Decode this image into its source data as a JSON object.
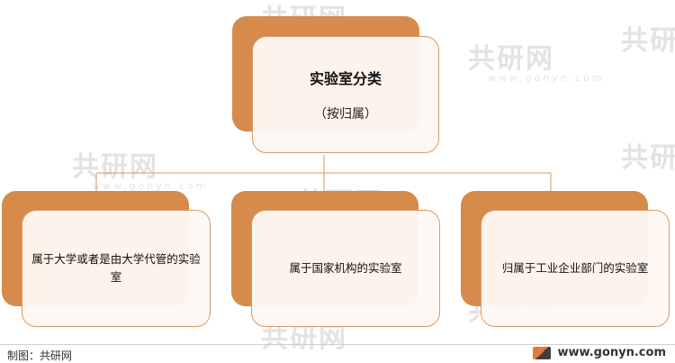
{
  "root": {
    "title": "实验室分类",
    "subtitle": "（按归属）"
  },
  "nodes": [
    {
      "text": "属于大学或者是由大学代管的实验室"
    },
    {
      "text": "属于国家机构的实验室"
    },
    {
      "text": "归属于工业企业部门的实验室"
    }
  ],
  "footer": {
    "source": "制图：共研网",
    "site": "www.gonyn.com"
  },
  "watermark": {
    "brand": "共研网",
    "domain": "www.gonyn.com"
  },
  "colors": {
    "accent": "#d68a4c",
    "card": "#fdf8f3",
    "line": "#d99a6a"
  }
}
